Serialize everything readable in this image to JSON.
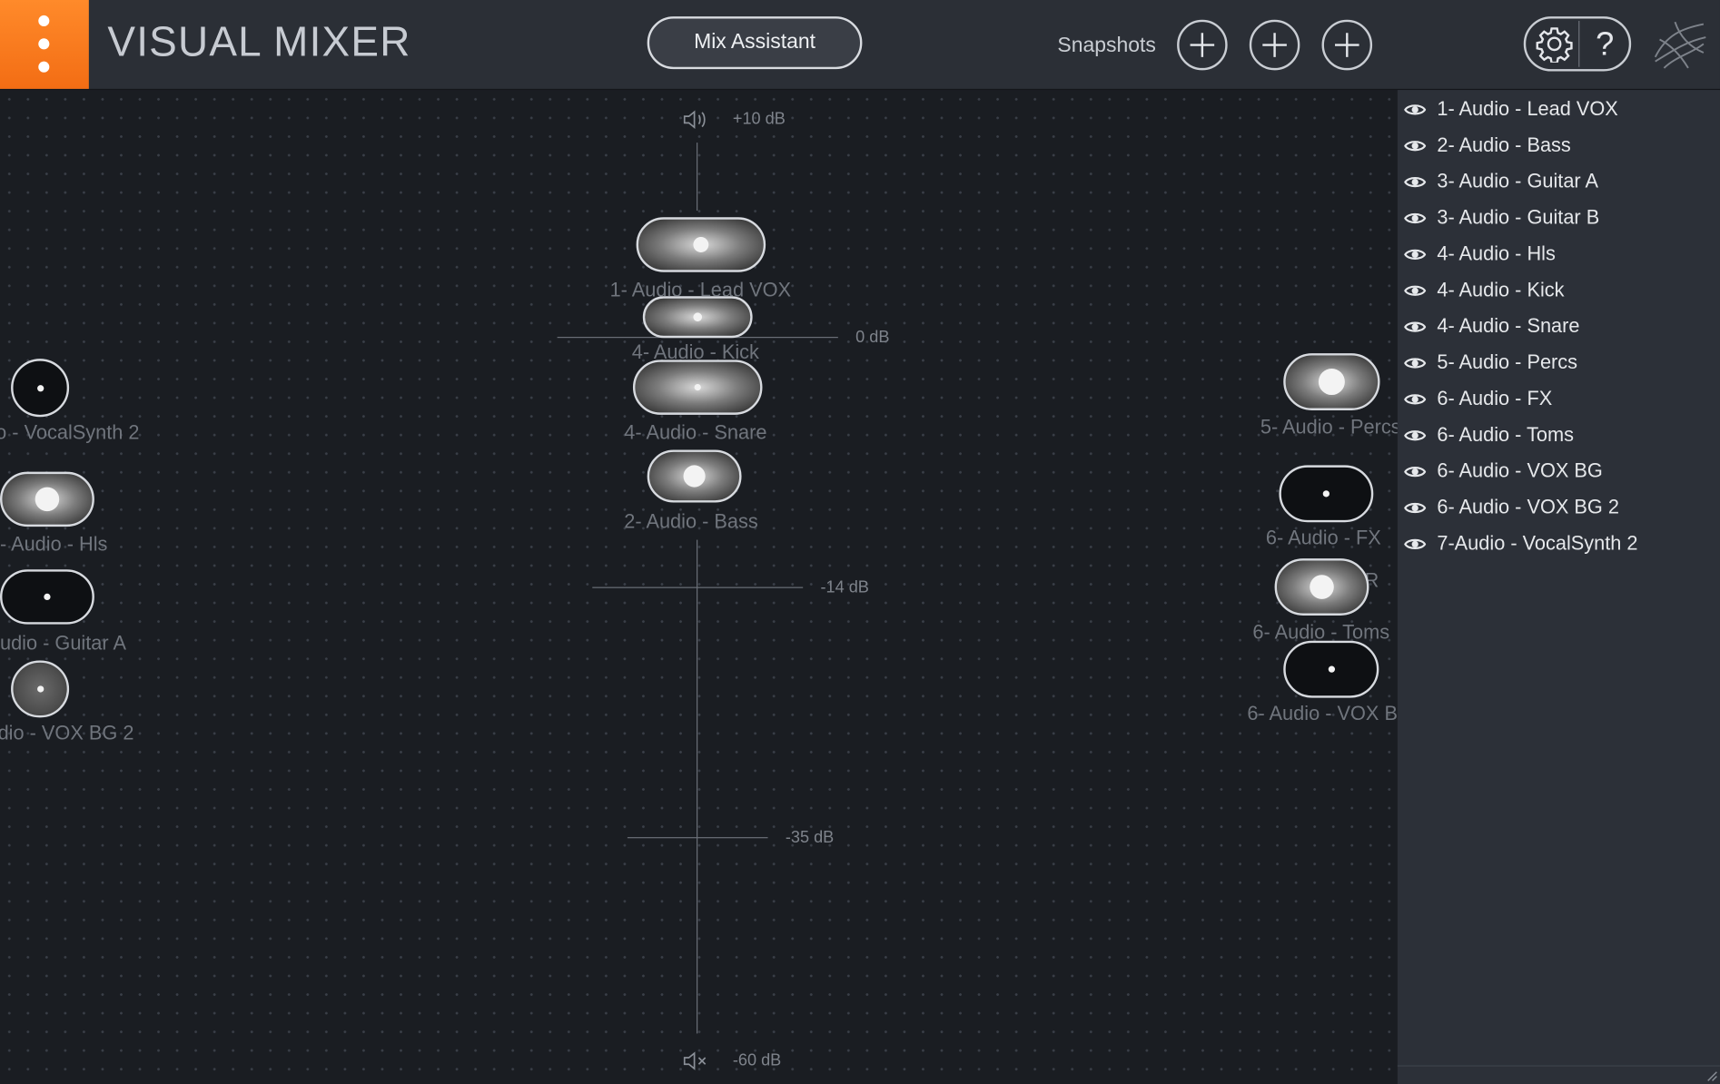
{
  "header": {
    "title": "VISUAL MIXER",
    "mix_assistant_label": "Mix Assistant",
    "snapshots_label": "Snapshots",
    "help_label": "?"
  },
  "meter": {
    "top": "+10 dB",
    "zero": "0 dB",
    "minus14": "-14 dB",
    "minus35": "-35 dB",
    "bottom": "-60 dB"
  },
  "canvas_tracks": {
    "lead_vox": "1- Audio - Lead VOX",
    "kick": "4- Audio - Kick",
    "snare": "4- Audio - Snare",
    "bass": "2- Audio - Bass",
    "vocalsynth": "o - VocalSynth 2",
    "hls": "- Audio - Hls",
    "guitar_a": "udio - Guitar A",
    "vox_bg2": "dio - VOX BG 2",
    "percs": "5- Audio - Percs",
    "fx": "6- Audio - FX",
    "hidden_r": "R",
    "toms": "6- Audio - Toms",
    "vox_bg": "6- Audio - VOX B"
  },
  "tracks": [
    {
      "name": "1- Audio - Lead VOX"
    },
    {
      "name": "2- Audio - Bass"
    },
    {
      "name": "3- Audio - Guitar A"
    },
    {
      "name": "3- Audio - Guitar B"
    },
    {
      "name": "4- Audio - Hls"
    },
    {
      "name": "4- Audio - Kick"
    },
    {
      "name": "4- Audio - Snare"
    },
    {
      "name": "5- Audio - Percs"
    },
    {
      "name": "6- Audio - FX"
    },
    {
      "name": "6- Audio - Toms"
    },
    {
      "name": "6- Audio - VOX BG"
    },
    {
      "name": "6- Audio - VOX BG 2"
    },
    {
      "name": "7-Audio - VocalSynth 2"
    }
  ],
  "colors": {
    "accent": "#f47a1f",
    "background": "#1a1d22",
    "panel": "#2c3038"
  },
  "icons": [
    "menu-icon",
    "gear-icon",
    "help-icon",
    "logo-icon",
    "speaker-icon",
    "speaker-mute-icon",
    "eye-icon",
    "plus-icon"
  ]
}
